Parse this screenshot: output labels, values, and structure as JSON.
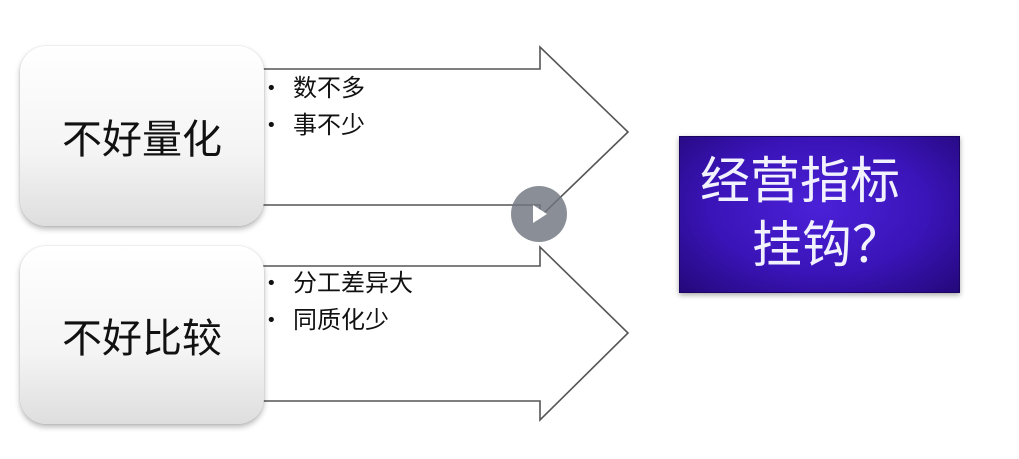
{
  "diagram": {
    "rows": [
      {
        "label": "不好量化",
        "bullets": [
          "数不多",
          "事不少"
        ]
      },
      {
        "label": "不好比较",
        "bullets": [
          "分工差异大",
          "同质化少"
        ]
      }
    ],
    "result": {
      "line1": "经营指标",
      "line2": "挂钩？"
    }
  },
  "bullet_glyph": "•",
  "player": {
    "icon": "play-icon"
  },
  "colors": {
    "result_box": "#3a14b8",
    "arrow_fill": "#ffffff",
    "arrow_stroke": "#555555",
    "play_button": "#707680"
  }
}
